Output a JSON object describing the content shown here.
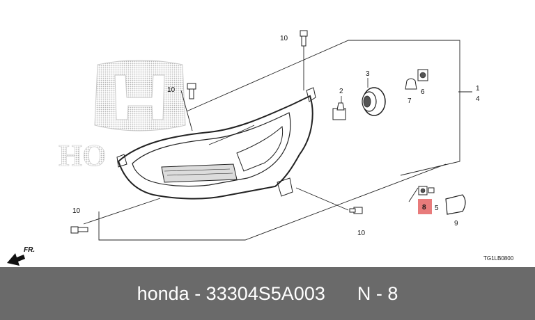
{
  "callouts": {
    "c10_top": "10",
    "c10_left": "10",
    "c10_bottom_left": "10",
    "c10_bottom_mid": "10",
    "c2": "2",
    "c3": "3",
    "c6": "6",
    "c7": "7",
    "c1": "1",
    "c4": "4",
    "c8": "8",
    "c5": "5",
    "c9": "9"
  },
  "direction_label": "FR.",
  "diagram_code": "TG1LB0800",
  "highlight_color": "#e87b7b",
  "footer": {
    "part_text": "honda - 33304S5A003",
    "ref_text": "N - 8"
  }
}
